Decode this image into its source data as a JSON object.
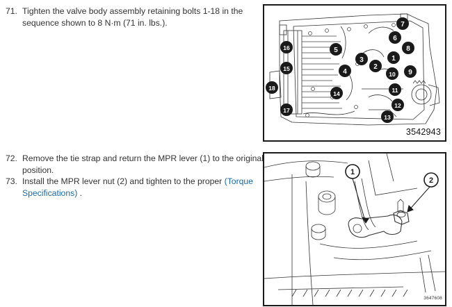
{
  "steps": [
    {
      "number": "71.",
      "line1": "Tighten the valve body assembly retaining bolts 1-18 in the",
      "line2": "sequence shown to 8 N·m (71 in. lbs.)."
    },
    {
      "number": "72.",
      "line1": "Remove the tie strap and return the MPR lever (1) to the original",
      "line2": "position."
    },
    {
      "number": "73.",
      "line1_before_link": "Install the MPR lever nut (2) and tighten to the proper ",
      "link_part1": "(Torque",
      "link_part2": "Specifications)",
      "line2_after_link": " ."
    }
  ],
  "figure_valve_body": {
    "id": "3542943",
    "bolt_labels": [
      "1",
      "2",
      "3",
      "4",
      "5",
      "6",
      "7",
      "8",
      "9",
      "10",
      "11",
      "12",
      "13",
      "14",
      "15",
      "16",
      "17",
      "18"
    ]
  },
  "figure_mpr_lever": {
    "id": "3647608",
    "callouts": [
      "1",
      "2"
    ]
  }
}
